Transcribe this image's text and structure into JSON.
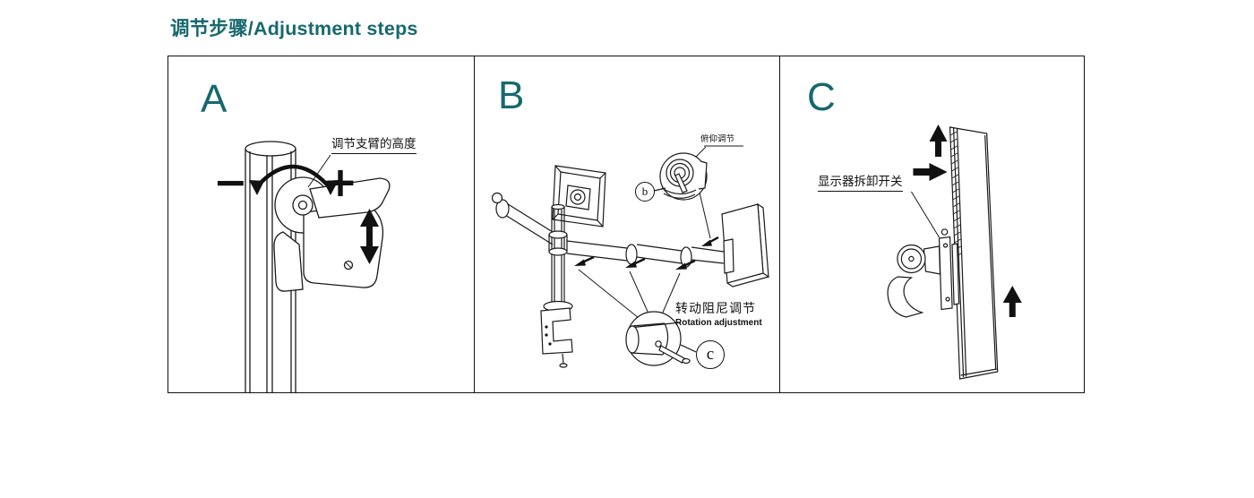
{
  "page": {
    "title": "调节步骤/Adjustment steps"
  },
  "colors": {
    "accent": "#16696E",
    "line": "#1a1a1a"
  },
  "panels": {
    "a": {
      "letter": "A",
      "height_label": "调节支臂的高度",
      "minus_symbol": "−",
      "plus_symbol": "+"
    },
    "b": {
      "letter": "B",
      "tilt_label": "俯仰调节",
      "tilt_callout": "b",
      "rotation_label_zh": "转动阻尼调节",
      "rotation_label_en": "Rotation adjustment",
      "rotation_callout": "c"
    },
    "c": {
      "letter": "C",
      "detach_label": "显示器拆卸开关"
    }
  }
}
